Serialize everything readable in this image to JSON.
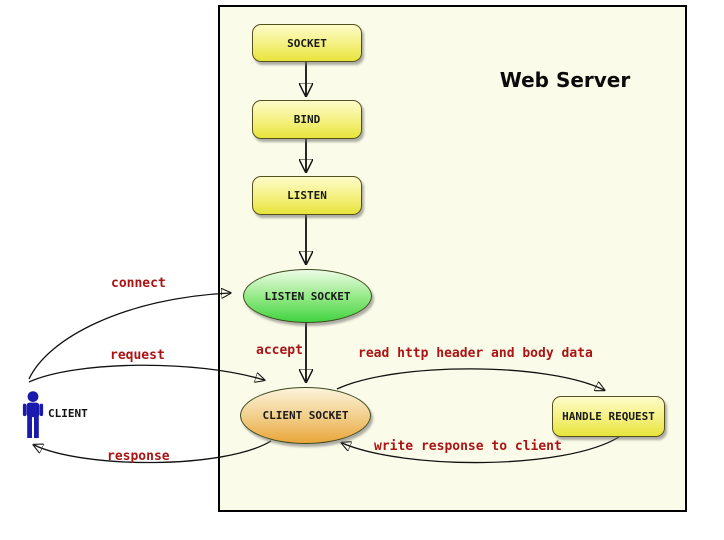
{
  "diagram": {
    "title": "Web Server",
    "nodes": {
      "socket": {
        "label": "SOCKET"
      },
      "bind": {
        "label": "BIND"
      },
      "listen": {
        "label": "LISTEN"
      },
      "listen_socket": {
        "label": "LISTEN SOCKET"
      },
      "client_socket": {
        "label": "CLIENT SOCKET"
      },
      "handle_request": {
        "label": "HANDLE REQUEST"
      }
    },
    "actor": {
      "label": "CLIENT"
    },
    "edge_labels": {
      "connect": "connect",
      "request": "request",
      "response": "response",
      "accept": "accept",
      "read_http": "read http header and body data",
      "write_response": "write response to client"
    },
    "colors": {
      "server_bg": "#FBFBE9",
      "box_yellow_top": "#FDFCC9",
      "box_yellow_bottom": "#E7E43C",
      "ellipse_green_top": "#EDFCE6",
      "ellipse_green_bottom": "#42D342",
      "ellipse_orange_top": "#FCF4DC",
      "ellipse_orange_bottom": "#E9A63A",
      "label_red": "#AA1414",
      "actor_blue": "#1A1AAD"
    }
  }
}
